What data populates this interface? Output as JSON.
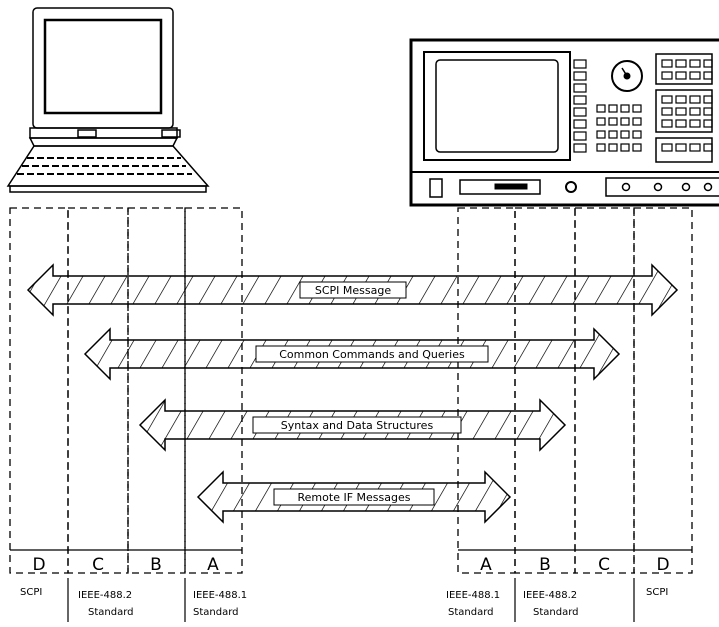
{
  "arrows": [
    {
      "id": "scpi_message",
      "label": "SCPI Message"
    },
    {
      "id": "common_commands",
      "label": "Common Commands and Queries"
    },
    {
      "id": "syntax",
      "label": "Syntax and Data Structures"
    },
    {
      "id": "remote_if",
      "label": "Remote IF Messages"
    }
  ],
  "layers": {
    "left": [
      {
        "letter": "D",
        "standard": "SCPI"
      },
      {
        "letter": "C",
        "standard_line1": "IEEE-488.2",
        "standard_line2": "Standard"
      },
      {
        "letter": "B"
      },
      {
        "letter": "A",
        "standard_line1": "IEEE-488.1",
        "standard_line2": "Standard"
      }
    ],
    "right": [
      {
        "letter": "A",
        "standard_line1": "IEEE-488.1",
        "standard_line2": "Standard"
      },
      {
        "letter": "B",
        "standard_line1": "IEEE-488.2",
        "standard_line2": "Standard"
      },
      {
        "letter": "C"
      },
      {
        "letter": "D",
        "standard": "SCPI"
      }
    ]
  },
  "devices": {
    "left": "laptop-computer",
    "right": "instrument-front-panel"
  }
}
